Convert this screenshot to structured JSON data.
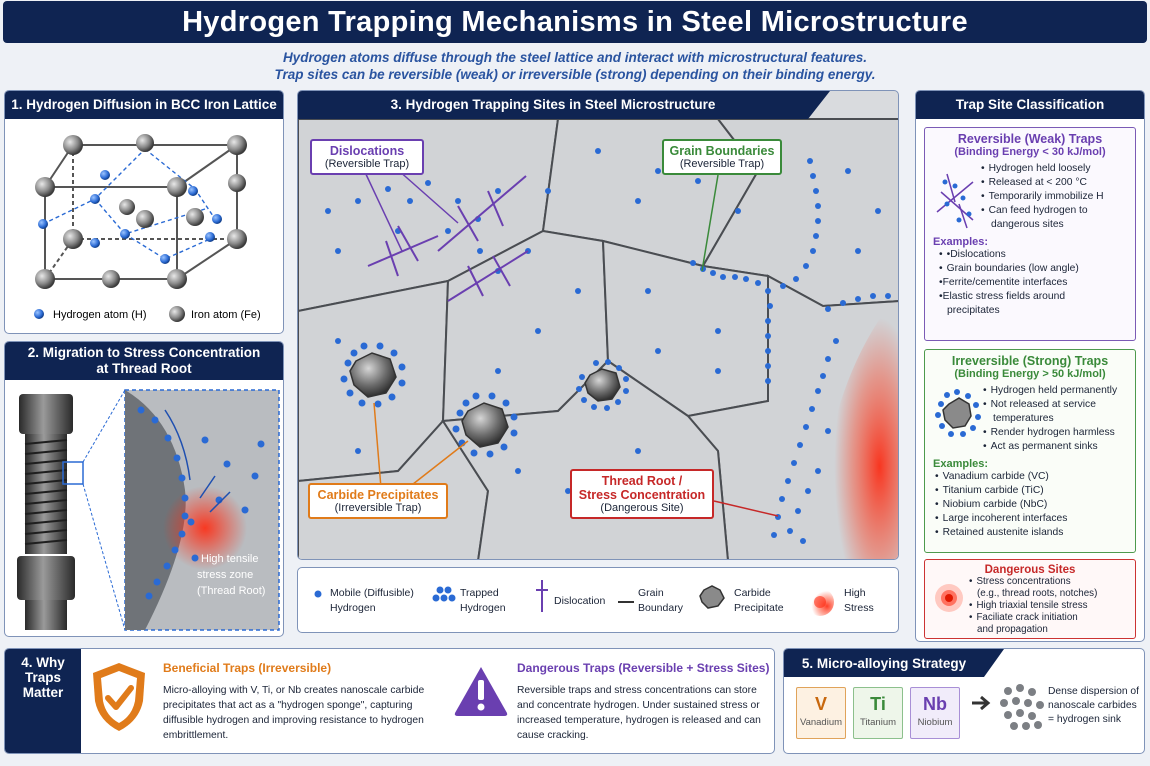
{
  "header": {
    "title": "Hydrogen Trapping Mechanisms in Steel Microstructure",
    "subtitle_line1": "Hydrogen atoms diffuse through the steel lattice and interact with microstructural features.",
    "subtitle_line2": "Trap sites can be reversible (weak) or irreversible (strong) depending on their binding energy."
  },
  "panel1": {
    "title": "1. Hydrogen Diffusion in BCC Iron Lattice",
    "legend_h": "Hydrogen atom (H)",
    "legend_fe": "Iron atom (Fe)"
  },
  "panel2": {
    "title_line1": "2. Migration to Stress Concentration",
    "title_line2": "at Thread Root",
    "zone_line1": "High tensile",
    "zone_line2": "stress zone",
    "zone_line3": "(Thread Root)"
  },
  "panel3": {
    "title": "3. Hydrogen Trapping Sites in Steel Microstructure",
    "dislocations": {
      "name": "Dislocations",
      "type": "(Reversible Trap)"
    },
    "grain": {
      "name": "Grain Boundaries",
      "type": "(Reversible Trap)"
    },
    "carbide": {
      "name": "Carbide Precipitates",
      "type": "(Irreversible Trap)"
    },
    "thread": {
      "name_line1": "Thread Root /",
      "name_line2": "Stress Concentration",
      "type": "(Dangerous Site)"
    }
  },
  "legend": {
    "mobile_1": "Mobile (Diffusible)",
    "mobile_2": "Hydrogen",
    "trapped_1": "Trapped",
    "trapped_2": "Hydrogen",
    "dislocation": "Dislocation",
    "grain_1": "Grain",
    "grain_2": "Boundary",
    "carbide_1": "Carbide",
    "carbide_2": "Precipitate",
    "stress_1": "High",
    "stress_2": "Stress"
  },
  "classification": {
    "title": "Trap Site Classification",
    "reversible": {
      "title": "Reversible (Weak) Traps",
      "energy": "(Binding Energy < 30 kJ/mol)",
      "points": [
        "Hydrogen held loosely",
        "Released at < 200 °C",
        "Temporarily immobilize H",
        "Can feed hydrogen to",
        "dangerous sites"
      ],
      "examples_label": "Examples:",
      "examples": [
        "•Dislocations",
        "Grain boundaries (low angle)",
        "•Ferrite/cementite interfaces",
        "•Elastic stress fields around",
        "precipitates"
      ]
    },
    "irreversible": {
      "title": "Irreversible (Strong) Traps",
      "energy": "(Binding Energy > 50 kJ/mol)",
      "points": [
        "Hydrogen held permanently",
        "Not released at service",
        "temperatures",
        "Render hydrogen harmless",
        "Act as permanent sinks"
      ],
      "examples_label": "Examples:",
      "examples": [
        "Vanadium carbide (VC)",
        "Titanium carbide (TiC)",
        "Niobium carbide (NbC)",
        "Large incoherent interfaces",
        "Retained austenite islands"
      ]
    },
    "dangerous": {
      "title": "Dangerous Sites",
      "points": [
        "Stress concentrations",
        "(e.g., thread roots, notches)",
        "High triaxial tensile stress",
        "Faciliate crack initiation",
        "and propagation"
      ]
    }
  },
  "panel4": {
    "title_line1": "4. Why",
    "title_line2": "Traps",
    "title_line3": "Matter",
    "beneficial_title": "Beneficial Traps (Irreversible)",
    "beneficial_text": "Micro-alloying with V, Ti, or Nb creates nanoscale carbide precipitates that act as a \"hydrogen sponge\", capturing diffusible hydrogen and improving resistance to hydrogen embrittlement.",
    "dangerous_title": "Dangerous Traps (Reversible + Stress Sites)",
    "dangerous_text": "Reversible traps and stress concentrations can store and concentrate hydrogen. Under sustained stress or increased temperature, hydrogen is released and can cause cracking."
  },
  "panel5": {
    "title": "5. Micro-alloying Strategy",
    "elements": [
      {
        "symbol": "V",
        "name": "Vanadium"
      },
      {
        "symbol": "Ti",
        "name": "Titanium"
      },
      {
        "symbol": "Nb",
        "name": "Niobium"
      }
    ],
    "result_line1": "Dense dispersion of",
    "result_line2": "nanoscale carbides",
    "result_line3": "= hydrogen sink"
  },
  "colors": {
    "navy": "#0f2452",
    "hydrogen_blue": "#2a6ad4",
    "reversible_purple": "#6a3fb0",
    "irreversible_green": "#3a8a3a",
    "carbide_orange": "#e07b1a",
    "danger_red": "#c62828"
  }
}
